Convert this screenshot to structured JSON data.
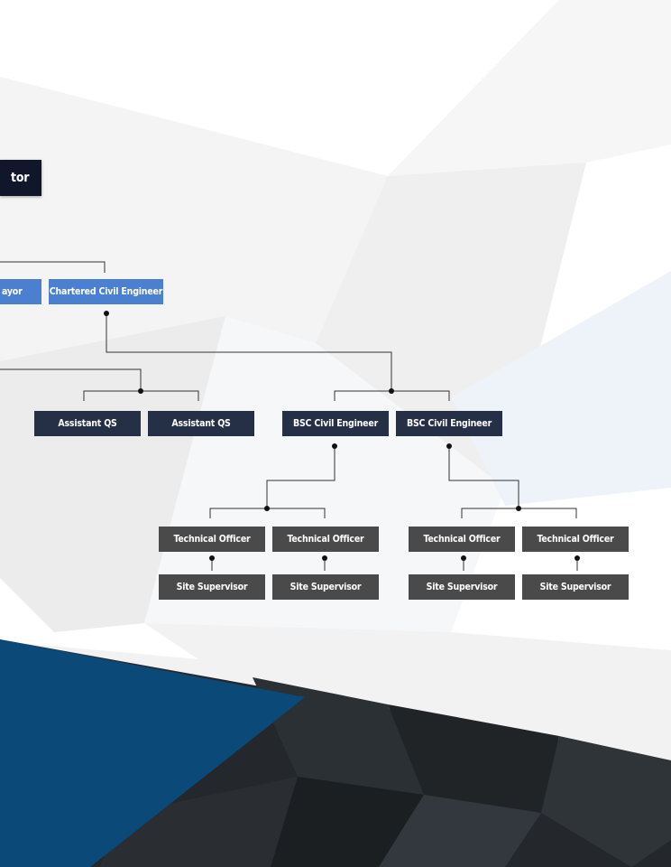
{
  "diagram": {
    "top_box": "tor",
    "level1": {
      "left_partial": "ayor",
      "engineer": "Chartered Civil Engineer"
    },
    "level2": {
      "assistant_qs_1": "Assistant QS",
      "assistant_qs_2": "Assistant QS",
      "bsc_1": "BSC Civil Engineer",
      "bsc_2": "BSC Civil Engineer"
    },
    "level3": {
      "tech_officers": [
        "Technical Officer",
        "Technical Officer",
        "Technical Officer",
        "Technical Officer"
      ],
      "site_supervisors": [
        "Site Supervisor",
        "Site Supervisor",
        "Site Supervisor",
        "Site Supervisor"
      ]
    }
  },
  "colors": {
    "navy_box": "#252f45",
    "gray_box": "#4a4a4a",
    "blue_box": "#4a80cf",
    "dark_box": "#11172a",
    "connector": "#333333",
    "accent_blue": "#0b4a78",
    "dark_band": "#24282d"
  }
}
